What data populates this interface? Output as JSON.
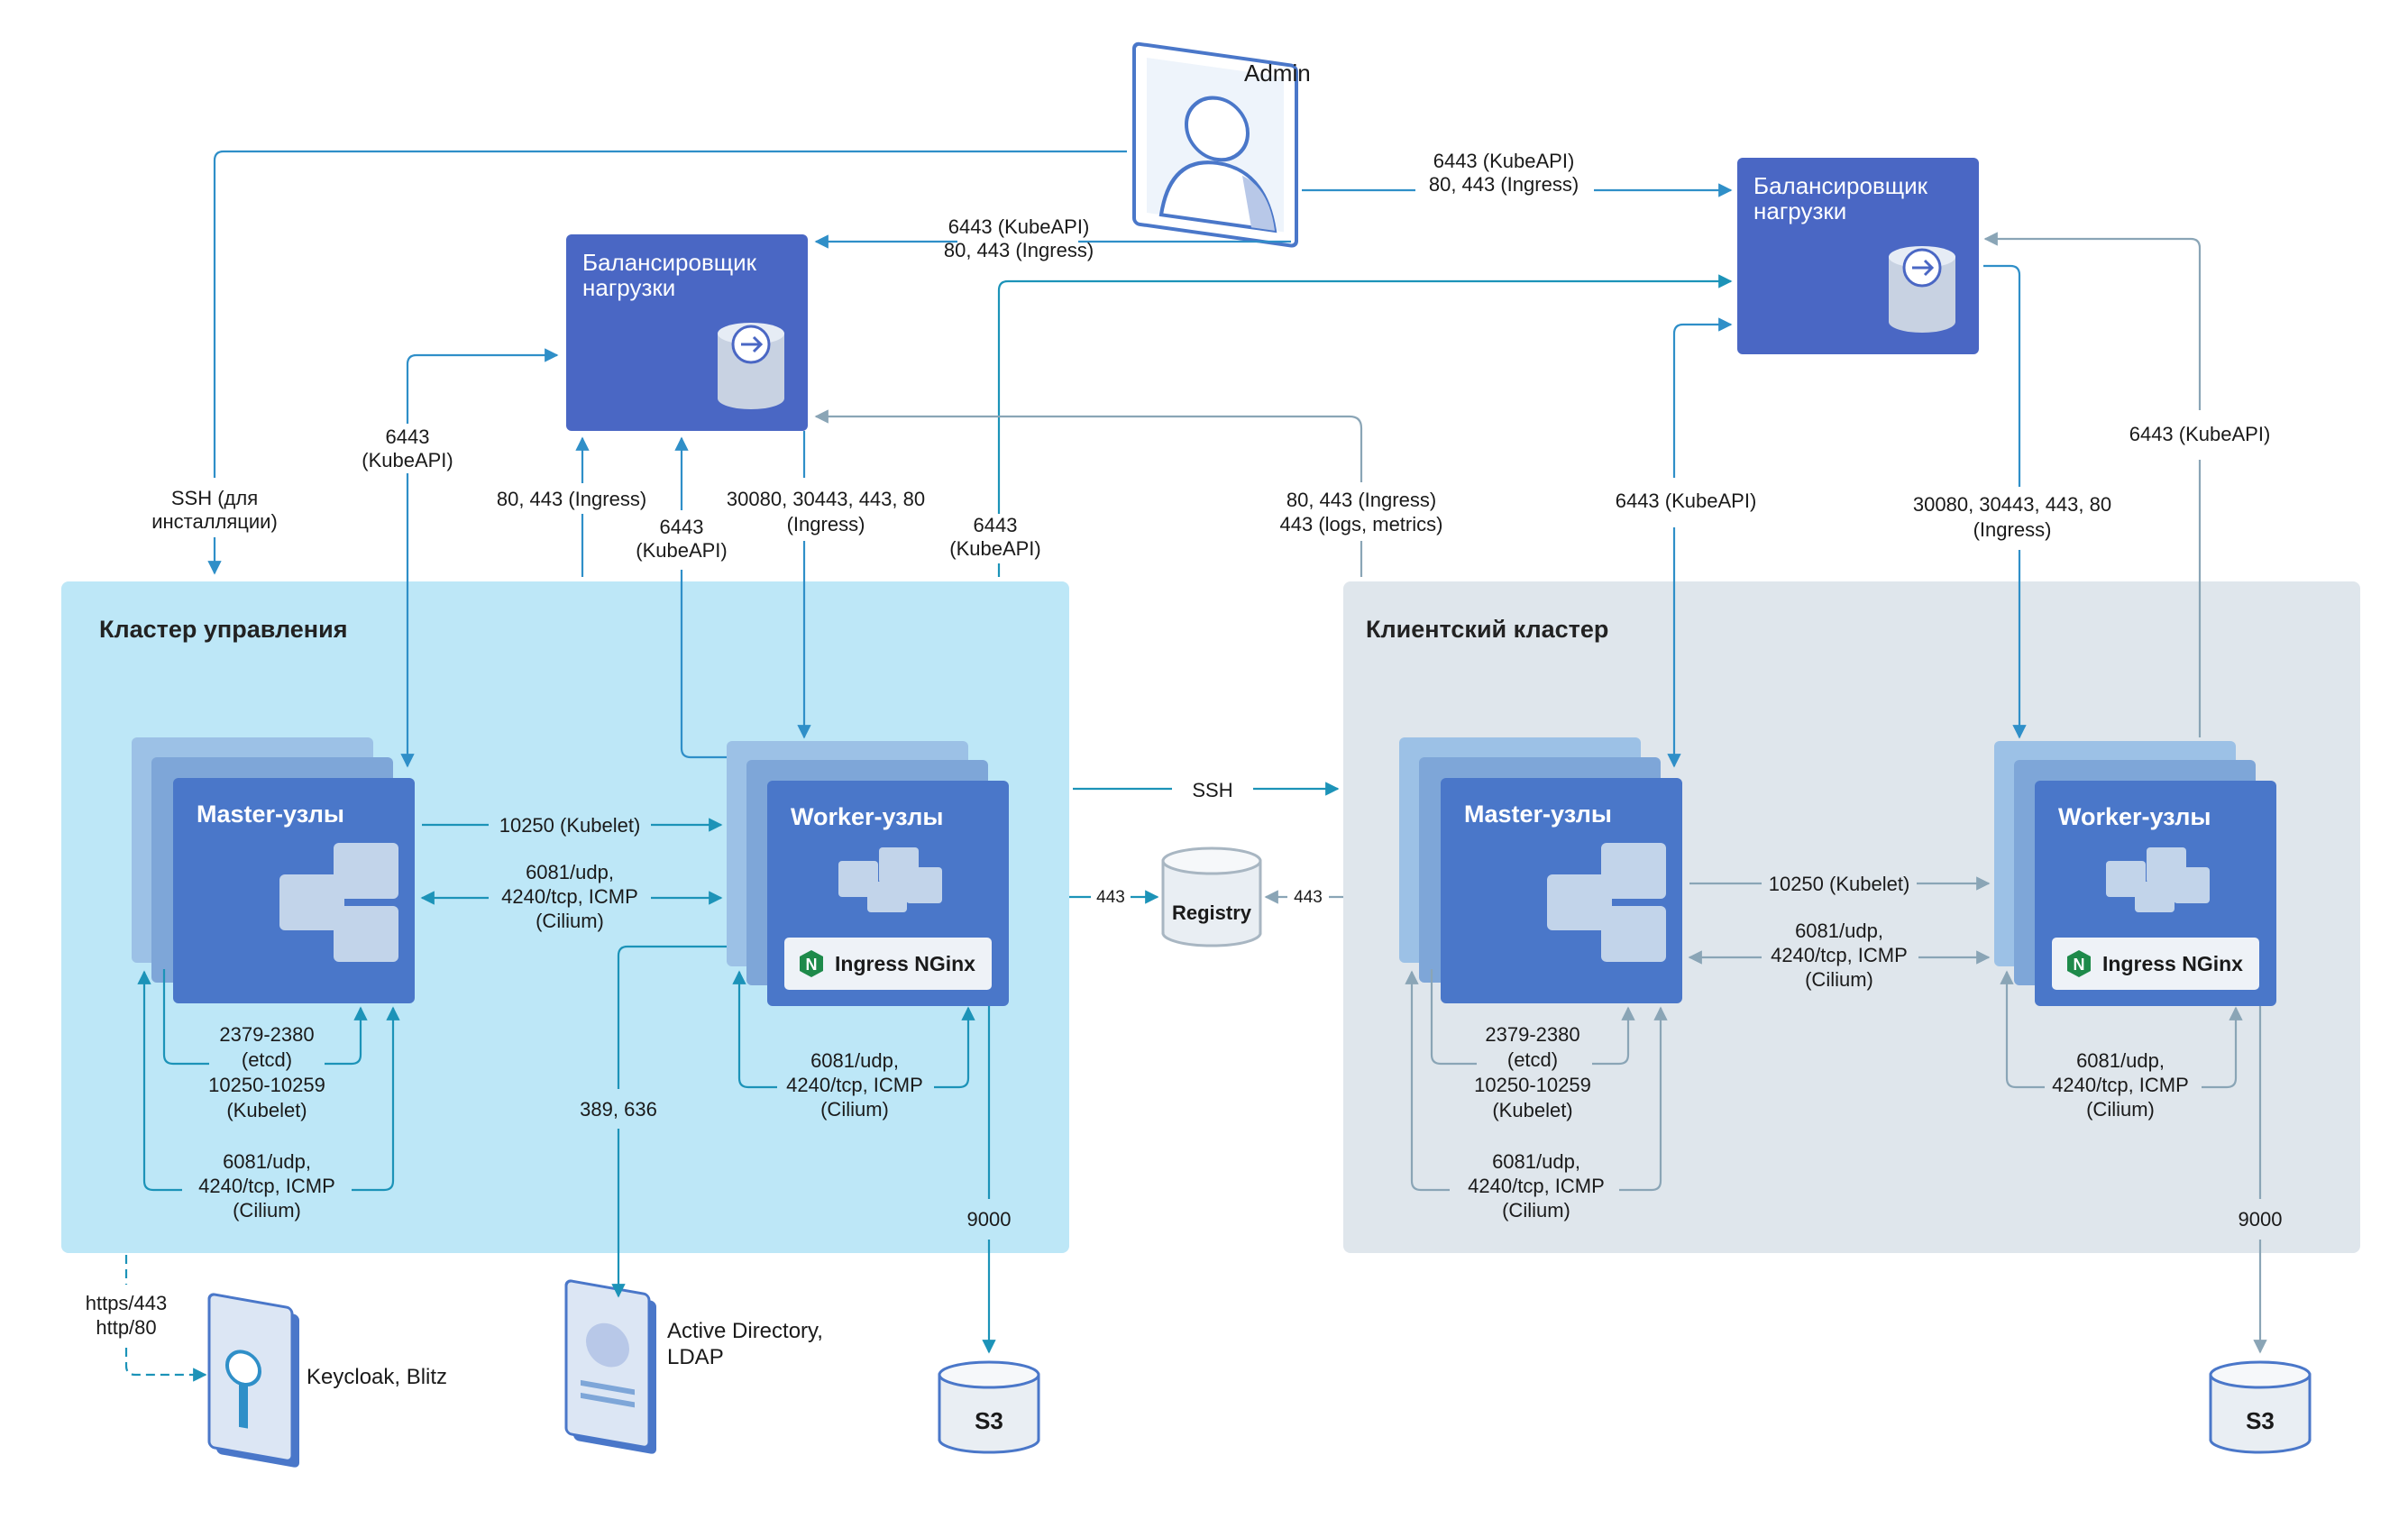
{
  "colors": {
    "line_blue": "#2f8fc8",
    "line_teal": "#1c93b8",
    "line_gray": "#8aa5b6",
    "node_fill": "#4a77c9",
    "node_back": "#7ea6d8",
    "lb_fill": "#4a67c4",
    "mgmt_bg": "#bde7f7",
    "client_bg": "#dfe6ec"
  },
  "admin": {
    "label": "Admin"
  },
  "load_balancer_left": {
    "title_line1": "Балансировщик",
    "title_line2": "нагрузки"
  },
  "load_balancer_right": {
    "title_line1": "Балансировщик",
    "title_line2": "нагрузки"
  },
  "mgmt_cluster": {
    "title": "Кластер управления",
    "master": {
      "title": "Master-узлы"
    },
    "worker": {
      "title": "Worker-узлы",
      "ingress": "Ingress NGinx"
    },
    "labels": {
      "kubelet": "10250 (Kubelet)",
      "cilium_1": "6081/udp,",
      "cilium_2": "4240/tcp, ICMP",
      "cilium_3": "(Cilium)",
      "etcd_1": "2379-2380",
      "etcd_2": "(etcd)",
      "kubelet_range_1": "10250-10259",
      "kubelet_range_2": "(Kubelet)",
      "ldap_ports": "389, 636",
      "s3_port": "9000"
    }
  },
  "client_cluster": {
    "title": "Клиентский кластер",
    "master": {
      "title": "Master-узлы"
    },
    "worker": {
      "title": "Worker-узлы",
      "ingress": "Ingress NGinx"
    },
    "labels": {
      "kubelet": "10250 (Kubelet)",
      "cilium_1": "6081/udp,",
      "cilium_2": "4240/tcp, ICMP",
      "cilium_3": "(Cilium)",
      "etcd_1": "2379-2380",
      "etcd_2": "(etcd)",
      "kubelet_range_1": "10250-10259",
      "kubelet_range_2": "(Kubelet)",
      "s3_port": "9000"
    }
  },
  "top_labels": {
    "ssh_install_1": "SSH (для",
    "ssh_install_2": "инсталляции)",
    "kubeapi_1": "6443",
    "kubeapi_2": "(KubeAPI)",
    "admin_left_1": "6443 (KubeAPI)",
    "admin_left_2": "80, 443 (Ingress)",
    "admin_right_1": "6443 (KubeAPI)",
    "admin_right_2": "80, 443 (Ingress)",
    "ingress_80_443": "80, 443 (Ingress)",
    "worker_lb_1": "30080, 30443, 443, 80",
    "worker_lb_2": "(Ingress)",
    "kubeapi_mid_1": "6443",
    "kubeapi_mid_2": "(KubeAPI)",
    "kubeapi_worker_1": "6443",
    "kubeapi_worker_2": "(KubeAPI)",
    "client_ingress_1": "80, 443 (Ingress)",
    "client_ingress_2": "443 (logs, metrics)",
    "client_kubeapi": "6443 (KubeAPI)",
    "client_worker_lb_1": "30080, 30443, 443, 80",
    "client_worker_lb_2": "(Ingress)",
    "client_kubeapi_right": "6443 (KubeAPI)"
  },
  "middle": {
    "ssh": "SSH",
    "registry": "Registry",
    "port_443_left": "443",
    "port_443_right": "443"
  },
  "external": {
    "keycloak": "Keycloak, Blitz",
    "https_1": "https/443",
    "https_2": "http/80",
    "ad_1": "Active Directory,",
    "ad_2": "LDAP",
    "s3_left": "S3",
    "s3_right": "S3"
  }
}
